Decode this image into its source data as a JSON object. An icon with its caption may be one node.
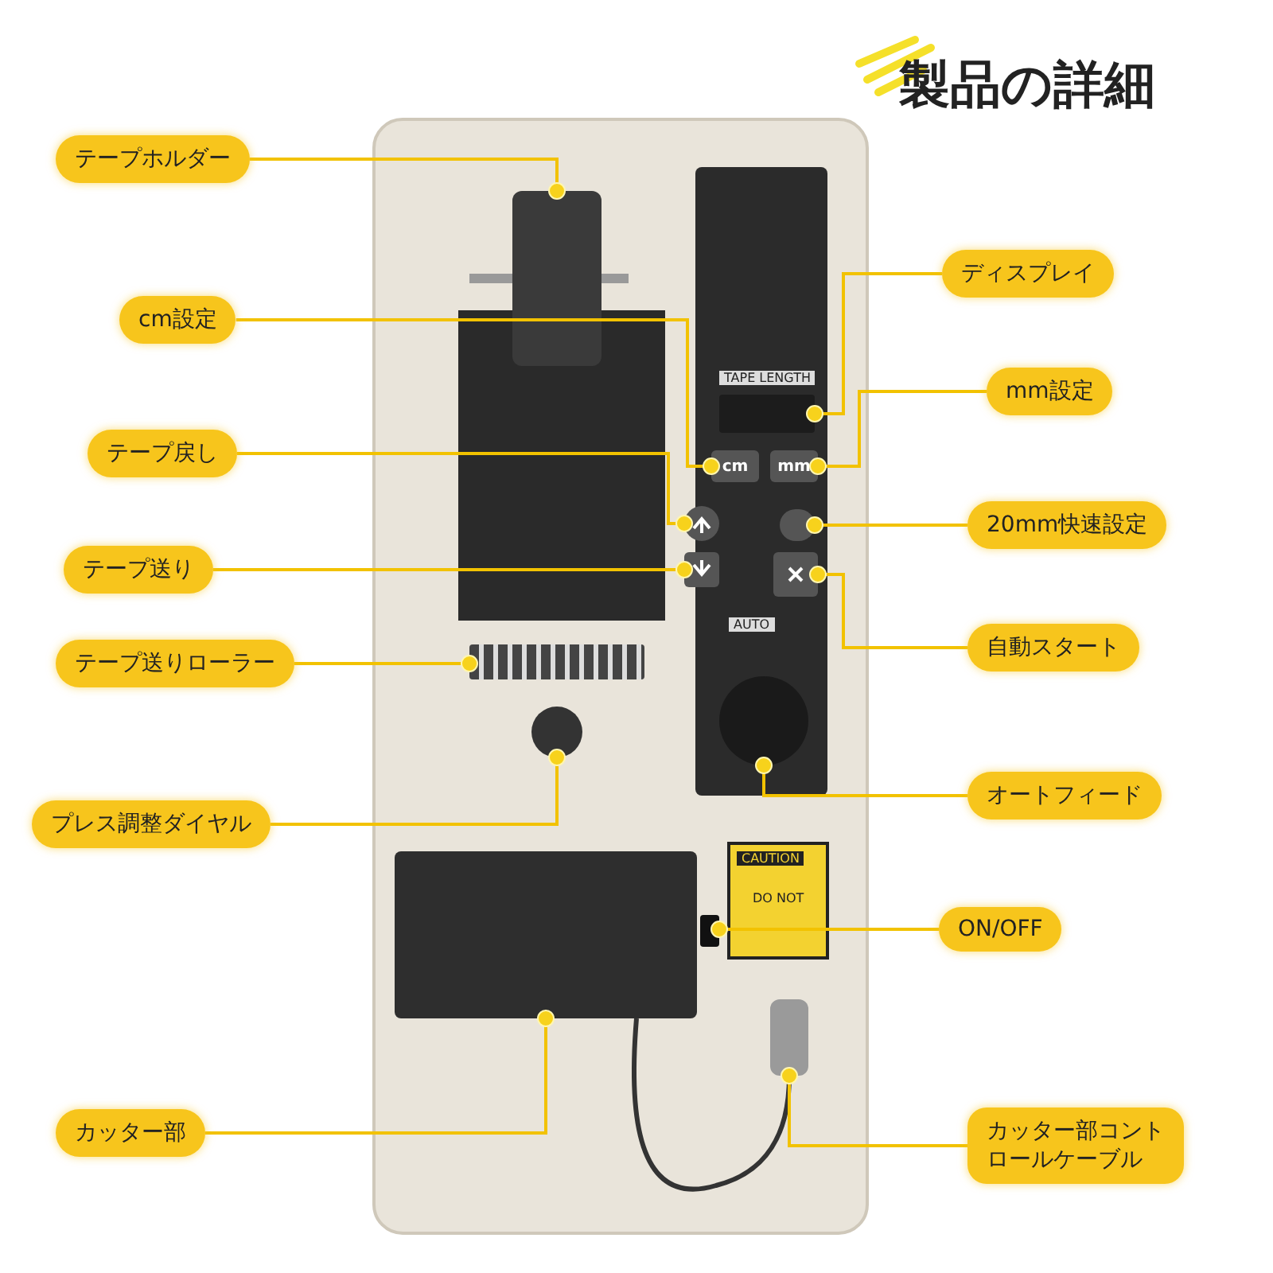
{
  "diagram": {
    "title": "製品の詳細",
    "nodes": [
      {
        "text": [
          "テープホルダー"
        ]
      },
      {
        "text": [
          "cm設定"
        ]
      },
      {
        "text": [
          "テープ戻し"
        ]
      },
      {
        "text": [
          "テープ送り"
        ]
      },
      {
        "text": [
          "テープ送りローラー"
        ]
      },
      {
        "text": [
          "プレス調整ダイヤル"
        ]
      },
      {
        "text": [
          "カッター部"
        ]
      },
      {
        "text": [
          "ディスプレイ"
        ]
      },
      {
        "text": [
          "mm設定"
        ]
      },
      {
        "text": [
          "20mm快速設定"
        ]
      },
      {
        "text": [
          "自動スタート"
        ]
      },
      {
        "text": [
          "オートフィード"
        ]
      },
      {
        "text": [
          "ON/OFF"
        ]
      },
      {
        "text": [
          "カッター部コントロールケーブル"
        ]
      },
      {
        "text": [],
        "shape": "cylinder"
      },
      {
        "text": [
          "cm"
        ]
      },
      {
        "text": [],
        "shape": "box"
      },
      {
        "text": [],
        "shape": "box"
      },
      {
        "text": [],
        "shape": "bar"
      },
      {
        "text": [],
        "shape": "circle"
      },
      {
        "text": [],
        "shape": "box"
      },
      {
        "text": [],
        "shape": "box"
      },
      {
        "text": [
          "mm"
        ]
      },
      {
        "text": [],
        "shape": "box"
      },
      {
        "text": [],
        "shape": "box"
      },
      {
        "text": [],
        "shape": "circle"
      },
      {
        "text": [],
        "shape": "box"
      },
      {
        "text": [],
        "shape": "cylinder"
      }
    ],
    "edges": [
      {
        "from": 0,
        "to": 14,
        "arrow": "other"
      },
      {
        "from": 1,
        "to": 15,
        "arrow": "other"
      },
      {
        "from": 2,
        "to": 16,
        "arrow": "other"
      },
      {
        "from": 3,
        "to": 17,
        "arrow": "other"
      },
      {
        "from": 4,
        "to": 18,
        "arrow": "other"
      },
      {
        "from": 5,
        "to": 19,
        "arrow": "other"
      },
      {
        "from": 6,
        "to": 20,
        "arrow": "other"
      },
      {
        "from": 7,
        "to": 21,
        "arrow": "other"
      },
      {
        "from": 8,
        "to": 22,
        "arrow": "other"
      },
      {
        "from": 9,
        "to": 23,
        "arrow": "other"
      },
      {
        "from": 10,
        "to": 24,
        "arrow": "other"
      },
      {
        "from": 11,
        "to": 25,
        "arrow": "other"
      },
      {
        "from": 12,
        "to": 26,
        "arrow": "other"
      },
      {
        "from": 13,
        "to": 27,
        "arrow": "other"
      }
    ],
    "labels": [
      "TAPE LENGTH",
      "AUTO",
      "CAUTION",
      "DO NOT"
    ]
  }
}
